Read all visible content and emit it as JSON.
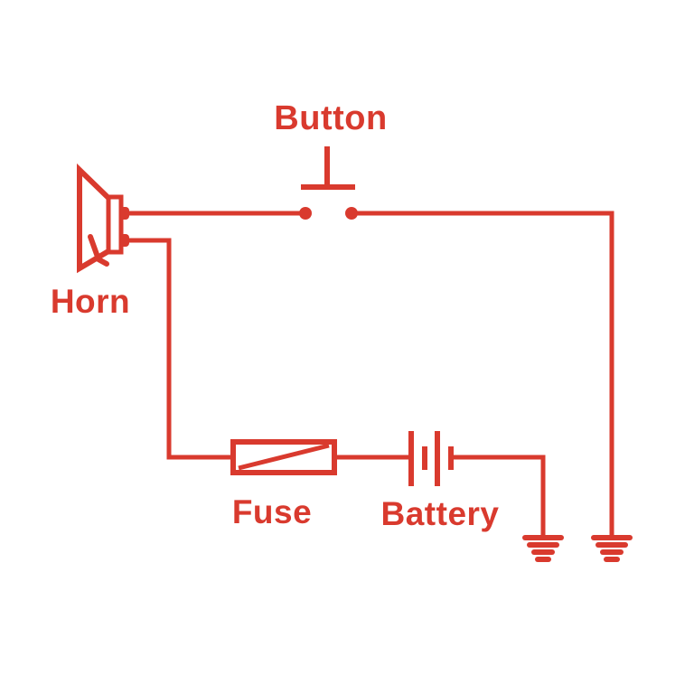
{
  "diagram": {
    "type": "circuit-diagram",
    "subject": "horn-button-fuse-battery-circuit",
    "background_color": "#ffffff",
    "line_color": "#d93a2e",
    "labels": {
      "button": "Button",
      "horn": "Horn",
      "fuse": "Fuse",
      "battery": "Battery"
    },
    "components": [
      {
        "id": "horn",
        "label": "Horn",
        "symbol": "speaker-horn",
        "terminals": 2
      },
      {
        "id": "button",
        "label": "Button",
        "symbol": "push-button-switch-normally-open"
      },
      {
        "id": "fuse",
        "label": "Fuse",
        "symbol": "fuse-rectangle-with-diagonal"
      },
      {
        "id": "battery",
        "label": "Battery",
        "symbol": "battery-two-cells"
      },
      {
        "id": "ground-left",
        "label": "",
        "symbol": "chassis-ground"
      },
      {
        "id": "ground-right",
        "label": "",
        "symbol": "chassis-ground"
      }
    ],
    "connections": [
      "horn-top-terminal -> button-left-contact",
      "button-right-contact -> ground-right",
      "horn-bottom-terminal -> fuse-left",
      "fuse-right -> battery-left-plate",
      "battery-right-plate -> ground-left"
    ]
  }
}
